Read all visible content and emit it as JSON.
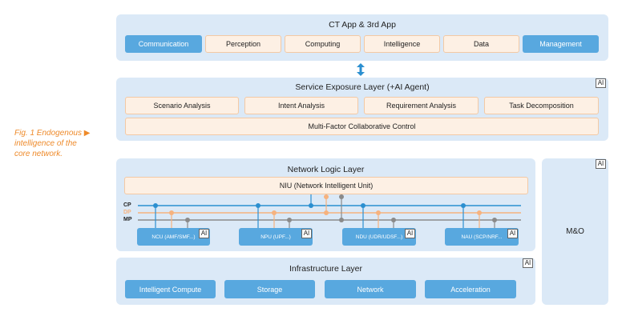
{
  "caption": {
    "line1": "Fig. 1 Endogenous",
    "line2": "intelligence of the",
    "line3": "core network."
  },
  "app_layer": {
    "title": "CT App & 3rd App",
    "items": [
      "Communication",
      "Perception",
      "Computing",
      "Intelligence",
      "Data",
      "Management"
    ]
  },
  "exposure_layer": {
    "title": "Service Exposure Layer (+AI Agent)",
    "items": [
      "Scenario Analysis",
      "Intent Analysis",
      "Requirement Analysis",
      "Task Decomposition"
    ],
    "control": "Multi-Factor Collaborative Control",
    "badge": "AI"
  },
  "logic_layer": {
    "title": "Network Logic Layer",
    "niu": "NIU (Network Intelligent Unit)",
    "planes": [
      "CP",
      "DP",
      "MP"
    ],
    "units": [
      "NCU (AMF/SMF...)",
      "NPU (UPF...)",
      "NDU (UDR/UDSF...)",
      "NAU (SCP/NRF..."
    ],
    "unit_badge": "AI"
  },
  "infra_layer": {
    "title": "Infrastructure Layer",
    "items": [
      "Intelligent Compute",
      "Storage",
      "Network",
      "Acceleration"
    ],
    "badge": "AI"
  },
  "mo": {
    "label": "M&O",
    "badge": "AI"
  },
  "colors": {
    "layer_bg": "#dbe9f7",
    "blue": "#58a8df",
    "peach_fill": "#fdf0e4",
    "peach_border": "#f3c9a4",
    "cp_line": "#2b8fd0",
    "dp_line": "#f6b27e",
    "mp_line": "#8a8a8a",
    "caption": "#ee8a2a"
  }
}
